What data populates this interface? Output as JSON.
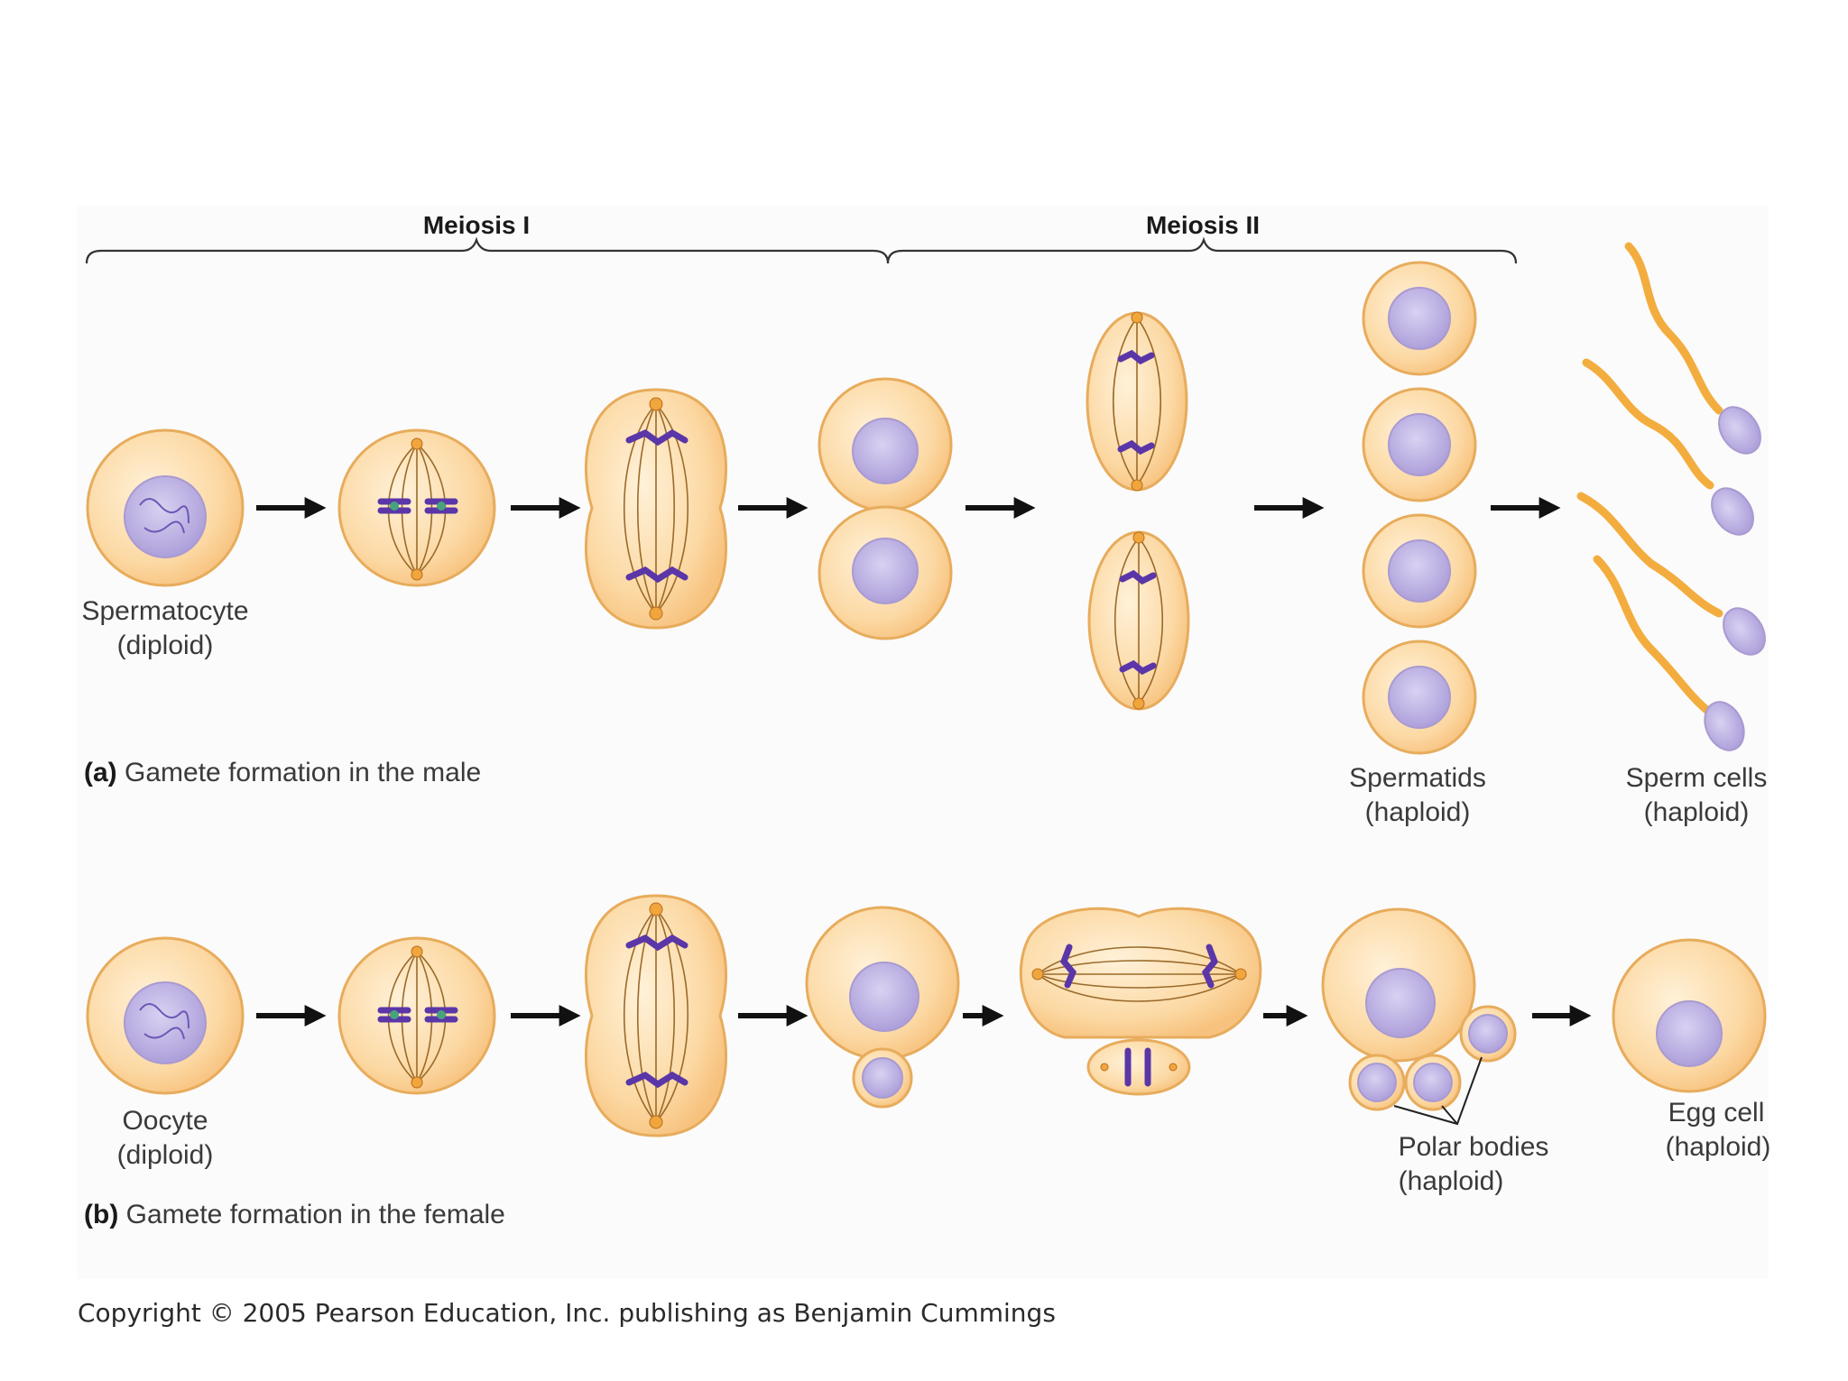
{
  "headers": {
    "meiosis_1": "Meiosis I",
    "meiosis_2": "Meiosis II"
  },
  "male": {
    "caption_letter": "(a)",
    "caption_text": " Gamete formation in the male",
    "start_label_1": "Spermatocyte",
    "start_label_2": "(diploid)",
    "spermatids_label_1": "Spermatids",
    "spermatids_label_2": "(haploid)",
    "sperm_label_1": "Sperm cells",
    "sperm_label_2": "(haploid)"
  },
  "female": {
    "caption_letter": "(b)",
    "caption_text": " Gamete formation in the female",
    "start_label_1": "Oocyte",
    "start_label_2": "(diploid)",
    "polar_label_1": "Polar bodies",
    "polar_label_2": "(haploid)",
    "egg_label_1": "Egg cell",
    "egg_label_2": "(haploid)"
  },
  "copyright": "Copyright © 2005 Pearson Education, Inc. publishing as Benjamin Cummings",
  "colors": {
    "cytoplasm": "#fbd9a6",
    "membrane": "#e7ac5c",
    "nucleus": "#b9b0e0",
    "chromosome": "#5a36a8",
    "sperm_tail": "#f3ad3e"
  }
}
